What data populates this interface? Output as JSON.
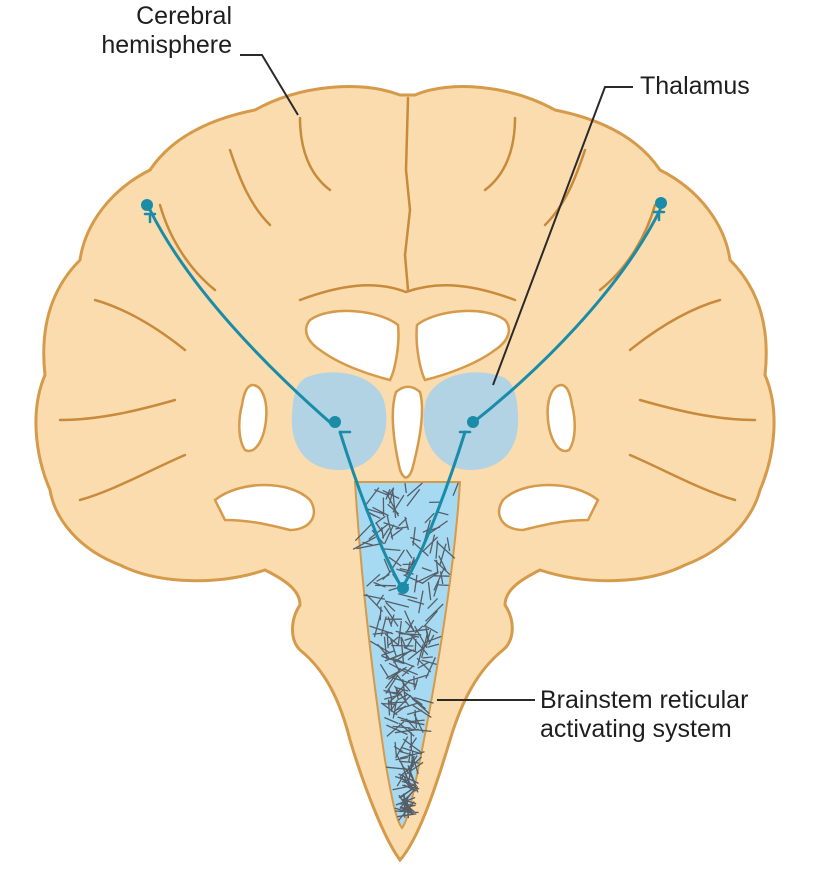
{
  "colors": {
    "brain_fill": "#fbdcae",
    "brain_outline": "#d59a4a",
    "sulcus": "#c98a3b",
    "thalamus_fill": "#a9d2ea",
    "reticular_fill": "#a6daf3",
    "fiber": "#555e66",
    "pathway": "#1a8ca8",
    "leader_line": "#2a2a2a"
  },
  "labels": {
    "cerebral_hemisphere": [
      "Cerebral",
      "hemisphere"
    ],
    "thalamus": "Thalamus",
    "reticular_activating_system": [
      "Brainstem reticular",
      "activating system"
    ]
  }
}
